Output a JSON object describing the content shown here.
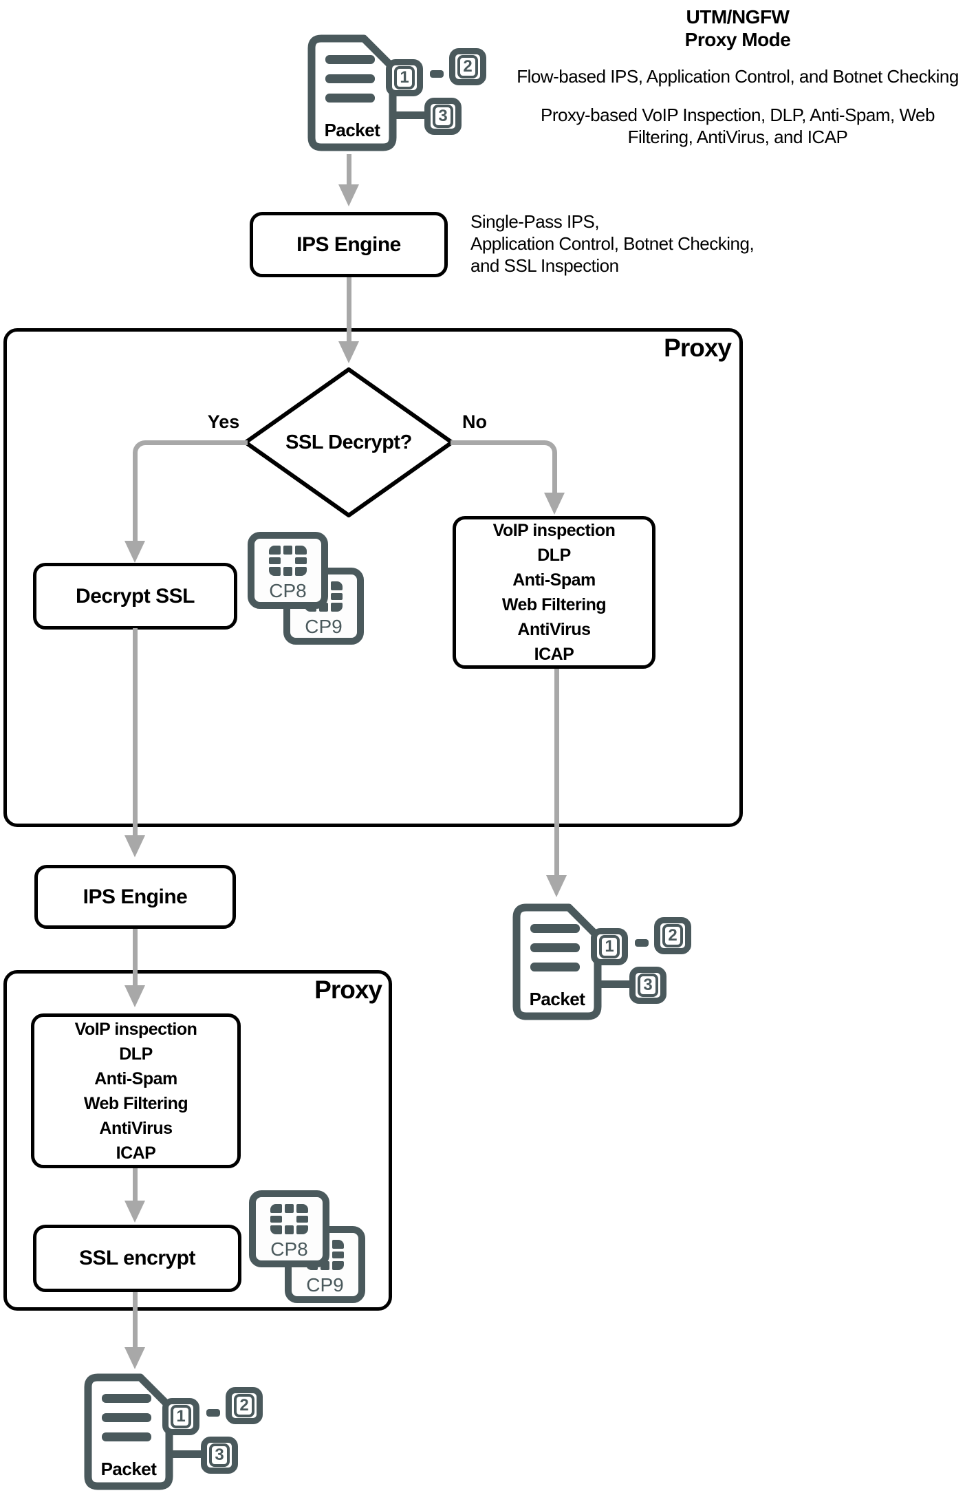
{
  "colors": {
    "slate": "#4a595c",
    "arrow_gray": "#a8a8a8",
    "line_black": "#000000"
  },
  "header": {
    "title_line1": "UTM/NGFW",
    "title_line2": "Proxy Mode",
    "flow_note": "Flow-based IPS, Application Control, and Botnet Checking",
    "proxy_note": "Proxy-based VoIP Inspection, DLP,  Anti-Spam, Web\nFiltering, AntiVirus, and ICAP"
  },
  "packet": {
    "label": "Packet",
    "badge1": "1",
    "badge2": "2",
    "badge3": "3"
  },
  "nodes": {
    "ips_engine_1": {
      "label": "IPS Engine",
      "note": "Single-Pass IPS,\nApplication Control, Botnet Checking,\nand SSL Inspection"
    },
    "decision": {
      "label": "SSL Decrypt?",
      "yes": "Yes",
      "no": "No"
    },
    "decrypt_ssl": {
      "label": "Decrypt SSL"
    },
    "voip_stack": {
      "lines": "VoIP inspection\nDLP\nAnti-Spam\nWeb Filtering\nAntiVirus\nICAP"
    },
    "ips_engine_2": {
      "label": "IPS Engine"
    },
    "ssl_encrypt": {
      "label": "SSL encrypt"
    },
    "proxy_container": {
      "label": "Proxy"
    }
  },
  "chips": {
    "cp8": "CP8",
    "cp9": "CP9"
  }
}
